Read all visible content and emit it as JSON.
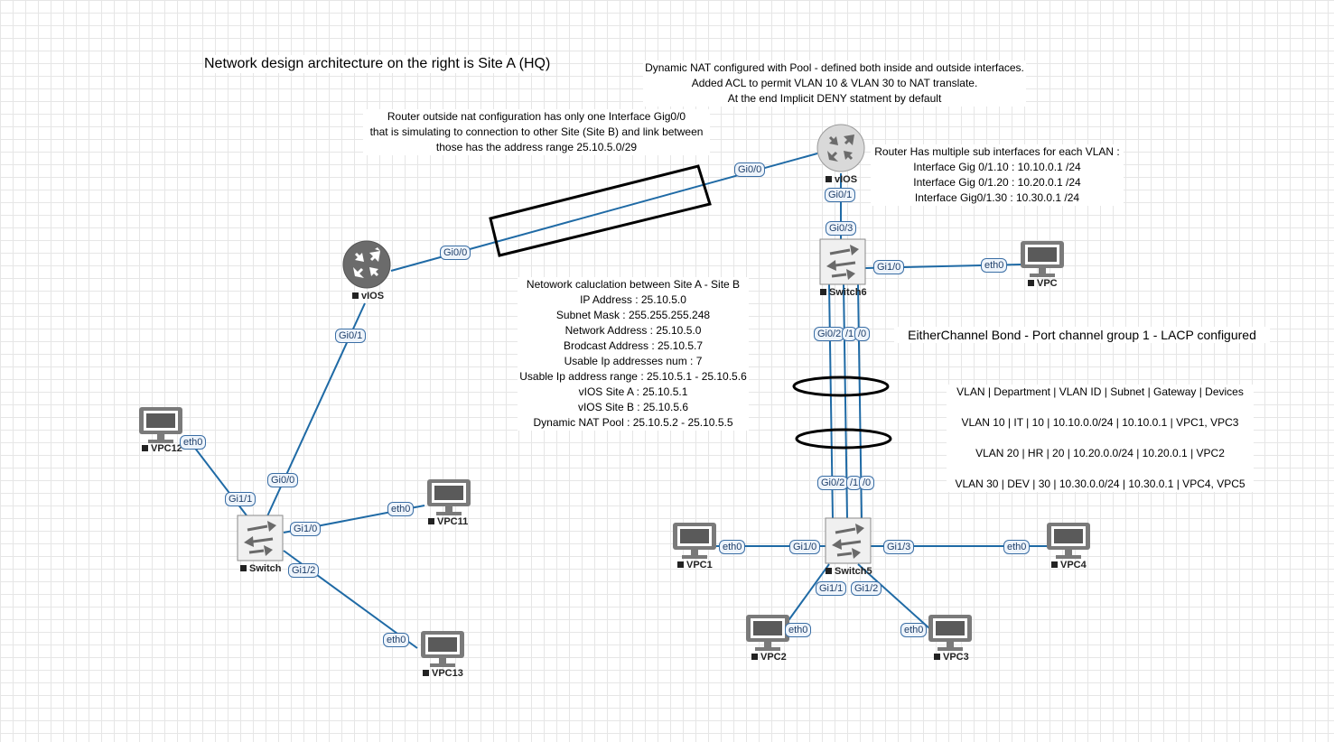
{
  "notes": {
    "title": "Network design architecture on the right is Site A (HQ)",
    "nat": [
      "Dynamic NAT configured with Pool - defined both inside and outside interfaces.",
      "Added ACL to permit VLAN 10 & VLAN 30 to NAT translate.",
      "At the end Implicit DENY statment by default"
    ],
    "outside": [
      "Router outside nat configuration has only one Interface Gig0/0",
      "that is simulating to connection to other Site (Site B) and link between",
      "those has the address range 25.10.5.0/29"
    ],
    "subif": [
      "Router Has multiple sub interfaces for each VLAN :",
      "Interface Gig 0/1.10 : 10.10.0.1 /24",
      "Interface Gig 0/1.20 : 10.20.0.1 /24",
      "Interface Gig0/1.30 : 10.30.0.1 /24"
    ],
    "calc": [
      "Netowork caluclation between Site A - Site B",
      "IP Address : 25.10.5.0",
      "Subnet Mask : 255.255.255.248",
      "Network Address : 25.10.5.0",
      "Brodcast Address : 25.10.5.7",
      "Usable Ip addresses num : 7",
      "Usable Ip address range : 25.10.5.1 - 25.10.5.6",
      "vIOS Site A : 25.10.5.1",
      "vIOS Site B : 25.10.5.6",
      "Dynamic NAT Pool : 25.10.5.2 - 25.10.5.5"
    ],
    "etherchannel": "EitherChannel Bond - Port channel group 1 - LACP configured",
    "vlan_header": "VLAN | Department | VLAN ID | Subnet | Gateway | Devices",
    "vlan_rows": [
      "VLAN 10 | IT | 10 | 10.10.0.0/24 | 10.10.0.1 | VPC1, VPC3",
      "VLAN 20 |  HR | 20 | 10.20.0.0/24 | 10.20.0.1 |  VPC2",
      "VLAN 30 | DEV | 30 | 10.30.0.0/24 | 10.30.0.1 | VPC4, VPC5"
    ]
  },
  "nodes": {
    "vios_left": "vIOS",
    "vios_right": "vIOS",
    "switch_left": "Switch",
    "switch6": "Switch6",
    "switch5": "Switch5",
    "vpc12": "VPC12",
    "vpc11": "VPC11",
    "vpc13": "VPC13",
    "vpc": "VPC",
    "vpc1": "VPC1",
    "vpc2": "VPC2",
    "vpc3": "VPC3",
    "vpc4": "VPC4"
  },
  "interfaces": {
    "r1_gi00": "Gi0/0",
    "r1_gi01": "Gi0/1",
    "r2_gi00": "Gi0/0",
    "r2_gi01": "Gi0/1",
    "sw_gi00": "Gi0/0",
    "sw_gi11": "Gi1/1",
    "sw_gi10": "Gi1/0",
    "sw_gi12": "Gi1/2",
    "vpc12_eth0": "eth0",
    "vpc11_eth0": "eth0",
    "vpc13_eth0": "eth0",
    "s6_gi03": "Gi0/3",
    "s6_gi10": "Gi1/0",
    "vpc_eth0": "eth0",
    "s6_bundle_a": "Gi0/2",
    "s6_bundle_b": "/1",
    "s6_bundle_c": "/0",
    "s5_bundle_a": "Gi0/2",
    "s5_bundle_b": "/1",
    "s5_bundle_c": "/0",
    "s5_gi10": "Gi1/0",
    "s5_gi13": "Gi1/3",
    "s5_gi11": "Gi1/1",
    "s5_gi12": "Gi1/2",
    "vpc1_eth0": "eth0",
    "vpc4_eth0": "eth0",
    "vpc2_eth0": "eth0",
    "vpc3_eth0": "eth0"
  },
  "colors": {
    "link": "#1f6aa5",
    "router": "#6b6b6b",
    "router_right": "#d9d9d9",
    "device": "#7a7a7a"
  }
}
